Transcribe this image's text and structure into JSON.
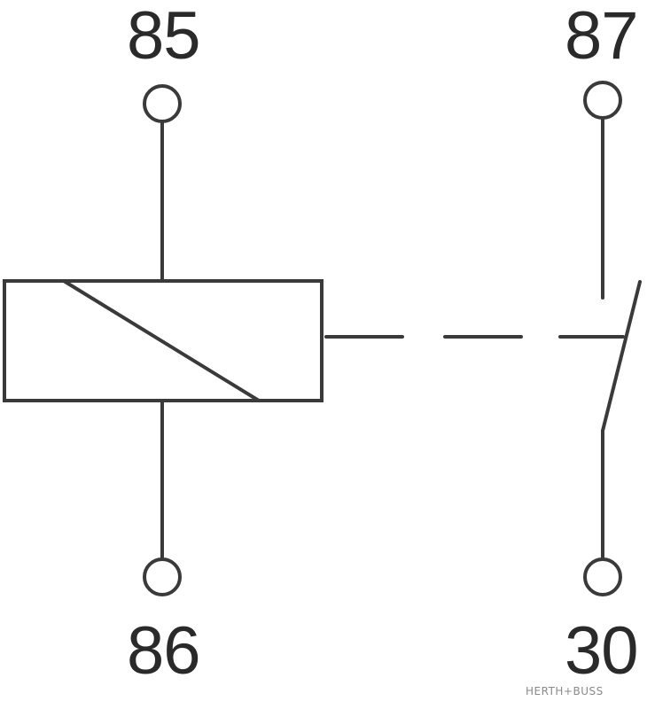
{
  "pins": {
    "coil_top": "85",
    "coil_bottom": "86",
    "contact_top": "87",
    "contact_bottom": "30"
  },
  "watermark": "HERTH+BUSS",
  "colors": {
    "line": "#3a3a3a",
    "label": "#2a2a2a",
    "background": "#ffffff"
  }
}
